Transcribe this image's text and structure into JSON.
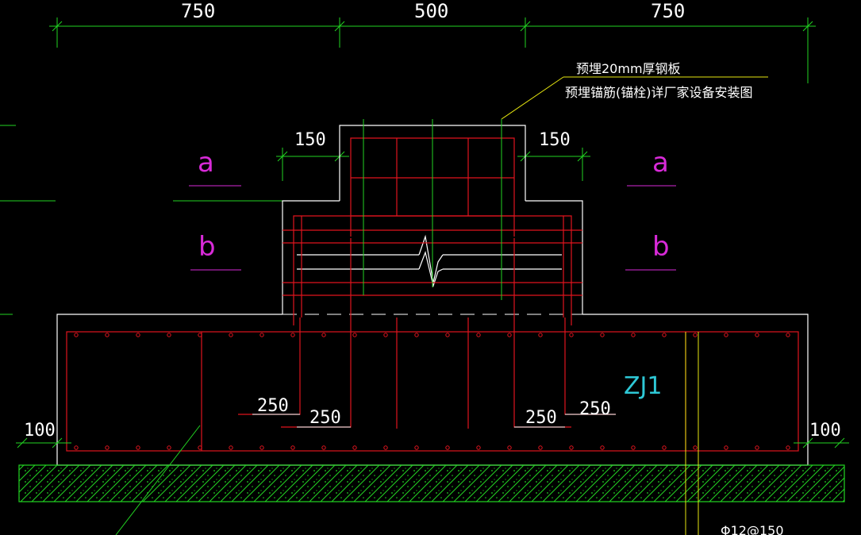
{
  "drawing": {
    "top_dims": [
      "750",
      "500",
      "750"
    ],
    "side_dims": [
      "150",
      "150"
    ],
    "edge_dims": [
      "100",
      "100"
    ],
    "anchor_dims": [
      "250",
      "250",
      "250",
      "250"
    ],
    "notes": [
      "预埋20mm厚钢板",
      "预埋锚筋(锚栓)详厂家设备安装图"
    ],
    "section_labels": [
      "a",
      "b",
      "a",
      "b"
    ],
    "member_tag": "ZJ1",
    "rebar_spec": "Φ12@150"
  },
  "colors": {
    "background": "#000000",
    "outline": "#ffffff",
    "rebar": "#e0141e",
    "dimension": "#22d422",
    "section": "#d82ad8",
    "tag": "#2ec8d6",
    "leader": "#e6e60f"
  }
}
